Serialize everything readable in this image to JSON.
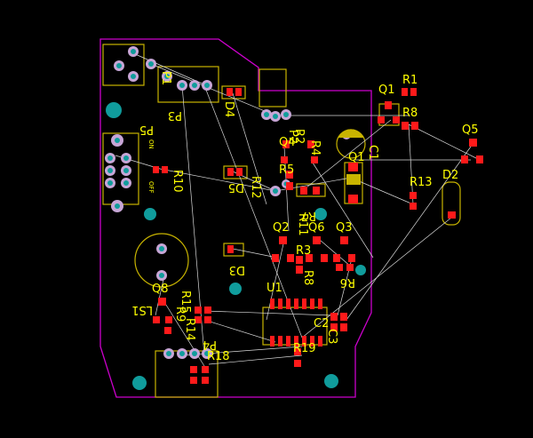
{
  "labels": {
    "r1": "R1",
    "q1_top": "Q1",
    "r8_top": "R8",
    "q5": "Q5",
    "d2": "D2",
    "r13": "R13",
    "q4": "Q4",
    "q1_mid": "Q1",
    "r5": "R5",
    "q2": "Q2",
    "q6": "Q6",
    "q3": "Q3",
    "r3": "R3",
    "u1": "U1",
    "q8": "Q8",
    "r19": "R19",
    "r18": "R18",
    "c2": "C2",
    "p5": "P5",
    "p3": "P3",
    "p1": "P1",
    "d4": "D4",
    "d5": "D5",
    "d3": "D3",
    "r10": "R10",
    "r12": "R12",
    "p2": "P2",
    "r2": "R2",
    "r4": "R4",
    "r7": "R7",
    "r11": "R11",
    "r8_low": "R8",
    "r6": "R6",
    "c1": "C1",
    "c3": "C3",
    "ls1": "LS1",
    "r15": "R15",
    "r9": "R9",
    "r14": "R14",
    "p4": "P4",
    "on": "ON",
    "off": "OFF"
  },
  "colors": {
    "background": "#000000",
    "silkscreen_text": "#ffff00",
    "board_outline": "#cc00cc",
    "smd_pad": "#ff1a1a",
    "hole": "#109c9c",
    "ratsnest": "#d9d9d9"
  }
}
